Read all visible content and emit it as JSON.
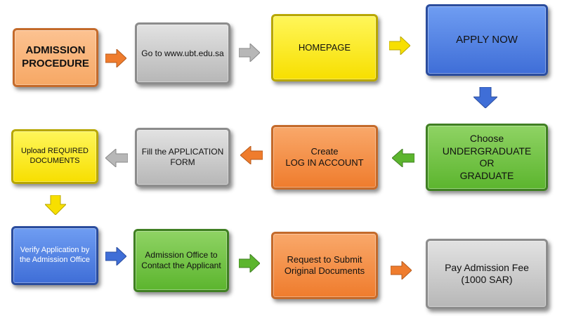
{
  "steps": {
    "s1": {
      "lines": [
        "ADMISSION",
        "PROCEDURE"
      ]
    },
    "s2": {
      "lines": [
        "Go to www.ubt.edu.sa"
      ]
    },
    "s3": {
      "lines": [
        "HOMEPAGE"
      ]
    },
    "s4": {
      "lines": [
        "APPLY NOW"
      ]
    },
    "s5": {
      "lines": [
        "Choose",
        "UNDERGRADUATE",
        "OR",
        "GRADUATE"
      ]
    },
    "s6": {
      "lines": [
        "Create",
        "LOG IN ACCOUNT"
      ]
    },
    "s7": {
      "lines": [
        "Fill the APPLICATION",
        "FORM"
      ]
    },
    "s8": {
      "lines": [
        "Upload REQUIRED",
        "DOCUMENTS"
      ]
    },
    "s9": {
      "lines": [
        "Verify Application by",
        "the Admission Office"
      ]
    },
    "s10": {
      "lines": [
        "Admission Office to",
        "Contact the Applicant"
      ]
    },
    "s11": {
      "lines": [
        "Request to Submit",
        "Original Documents"
      ]
    },
    "s12": {
      "lines": [
        "Pay Admission Fee",
        "(1000 SAR)"
      ]
    }
  },
  "colors": {
    "orange": "#ef7c2d",
    "gray": "#b7b7b7",
    "yellow": "#f7df00",
    "blue": "#3f6ed7",
    "green": "#5cb52e"
  },
  "icons": {
    "arrow_right": "arrow-right-icon",
    "arrow_left": "arrow-left-icon",
    "arrow_down": "arrow-down-icon"
  }
}
